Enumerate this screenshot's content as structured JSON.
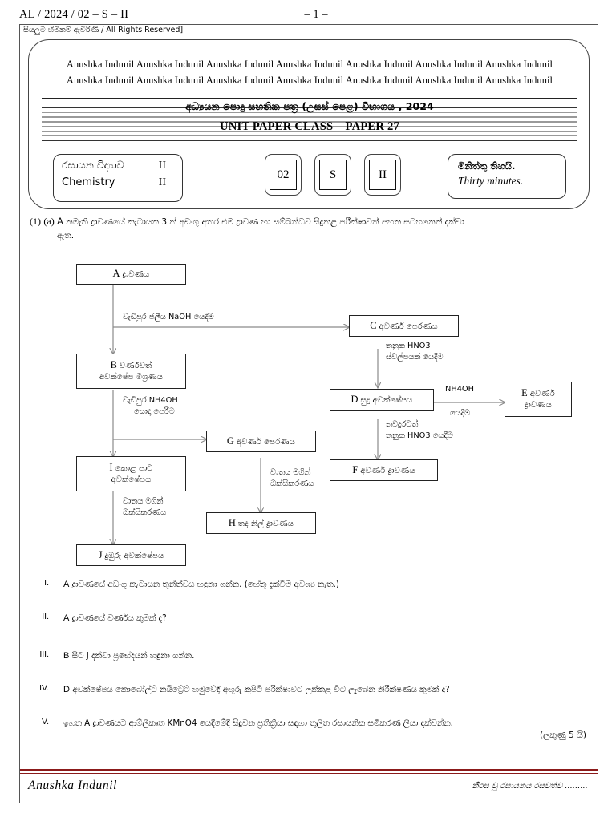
{
  "header": {
    "exam_code": "AL / 2024 / 02 – S – II",
    "page_number": "– 1 –",
    "rights_si": "සියලුම හිමිකම් ඇවිරිණි",
    "rights_en": "/ All Rights Reserved]"
  },
  "card": {
    "watermark_line1": "Anushka Indunil Anushka Indunil Anushka Indunil Anushka Indunil Anushka Indunil Anushka Indunil Anushka Indunil",
    "watermark_line2": "Anushka Indunil Anushka Indunil Anushka Indunil Anushka Indunil Anushka Indunil Anushka Indunil Anushka Indunil",
    "banner_si": "අධ්‍යයන පොදු සහතික පත්‍ර (උසස් පෙළ) විභාගය ,  2024",
    "banner_en": "UNIT PAPER CLASS – PAPER 27",
    "subject_si": "රසායන විද්‍යාව",
    "subject_si_num": "II",
    "subject_en": "Chemistry",
    "subject_en_num": "II",
    "codes": [
      "02",
      "S",
      "II"
    ],
    "time_si": "මිනිත්තු තිහයි.",
    "time_en": "Thirty minutes."
  },
  "question": {
    "number": "(1)",
    "part": "(a)",
    "stem_line1_letter": "A",
    "stem_line1": "නමැති ද්‍රාවණයේ කැටායන 3 ක් අඩංගු අතර එම ද්‍රාවණ හා සම්බන්ධව සිදුකළ පරීක්ෂාවන් පහත සටහනෙන් දක්වා",
    "stem_line2": "ඇත."
  },
  "flow": {
    "boxes": [
      {
        "id": "A",
        "key": "A",
        "lines": [
          "ද්‍රාවණය"
        ]
      },
      {
        "id": "B",
        "key": "B",
        "lines": [
          "වර්ණවත්",
          "අවක්ෂේප මිශ්‍රණය"
        ]
      },
      {
        "id": "C",
        "key": "C",
        "lines": [
          "අවර්ණ පෙරණය"
        ]
      },
      {
        "id": "D",
        "key": "D",
        "lines": [
          "සුදු අවක්ෂේපය"
        ]
      },
      {
        "id": "E",
        "key": "E",
        "lines": [
          "අවර්ණ",
          "ද්‍රාවණය"
        ]
      },
      {
        "id": "F",
        "key": "F",
        "lines": [
          "අවර්ණ ද්‍රාවණය"
        ]
      },
      {
        "id": "G",
        "key": "G",
        "lines": [
          "අවර්ණ පෙරණය"
        ]
      },
      {
        "id": "H",
        "key": "H",
        "lines": [
          "තද නිල් ද්‍රාවණය"
        ]
      },
      {
        "id": "I",
        "key": "I",
        "lines": [
          "කොළ පාට",
          "අවක්ෂේපය"
        ]
      },
      {
        "id": "J",
        "key": "J",
        "lines": [
          "දුඹුරු අවක්ෂේපය"
        ]
      }
    ],
    "labels": {
      "a_to_b": "වැඩිපුර ජලීය NaOH යෙදීම",
      "b_to_i_l1": "වැඩිපුර NH4OH",
      "b_to_i_l2": "යොදා පෙරීම",
      "c_to_d_l1": "තනුක HNO3",
      "c_to_d_l2": "ස්වල්පයක් යෙදීම",
      "d_to_e_l1": "NH4OH",
      "d_to_e_l2": "යෙදීම",
      "d_to_f_l1": "තවදුරටත්",
      "d_to_f_l2": "තනුක HNO3 යෙදීම",
      "g_to_h_l1": "වාතය මගින්",
      "g_to_h_l2": "ඔක්සිකරණය",
      "i_to_j_l1": "වාතය මගින්",
      "i_to_j_l2": "ඔක්සිකරණය"
    }
  },
  "sub_questions": [
    {
      "num": "I.",
      "text": "ද්‍රාවණයේ අඩංගු කැටායන තුන්ත්වය හඳුනා ගන්න. (හේතු දැක්වීම අවශ්‍ය නැත.)",
      "letter": "A"
    },
    {
      "num": "II.",
      "text": "ද්‍රාවණයේ වර්ණය කුමක් ද?",
      "letter": "A"
    },
    {
      "num": "III.",
      "text": "සිට  J  දක්වා ප්‍රභේදයන් හඳුනා ගන්න.",
      "letter": "B"
    },
    {
      "num": "IV.",
      "text": "අවක්ෂේපය කොබෝල්ට් නයිට්‍රේට් හමුවේදී අඟුරු කූපිටි පරීක්ෂාවට ලක්කළ විට ලැබෙන නිරීක්ෂණය කුමක් ද?",
      "letter": "D"
    },
    {
      "num": "V.",
      "text": "ඉහත A ද්‍රාවණයට ආම්ලීකෘත KMnO4 යෙදීමේදී සිදුවන ප්‍රතික්‍රියා සඳහා තුලිත රසායනික සමීකරණ ලියා දක්වන්න.",
      "letter": ""
    }
  ],
  "marks_note": "(ලකුණු 5 යි)",
  "footer": {
    "left": "Anushka  Indunil",
    "right": "නීරස වූ රසායනය රසවත්ව ........."
  },
  "colors": {
    "footer_rule": "#8b1a1a",
    "frame_border": "#555555",
    "text": "#000000"
  }
}
